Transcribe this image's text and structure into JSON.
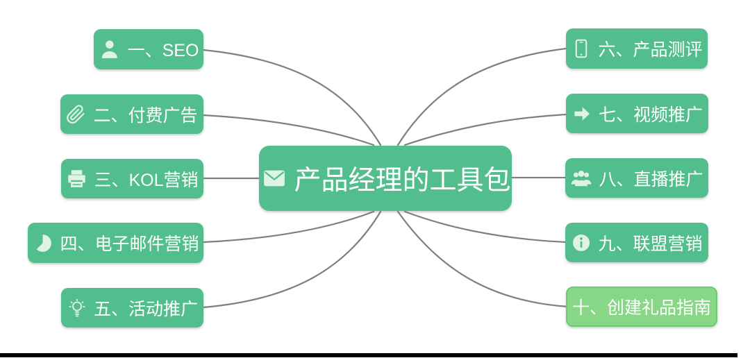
{
  "center": {
    "label": "产品经理的工具包",
    "icon": "envelope-icon"
  },
  "left_nodes": [
    {
      "label": "一、SEO",
      "icon": "user-icon"
    },
    {
      "label": "二、付费广告",
      "icon": "paperclip-icon"
    },
    {
      "label": "三、KOL营销",
      "icon": "printer-icon"
    },
    {
      "label": "四、电子邮件营销",
      "icon": "pie-chart-icon"
    },
    {
      "label": "五、活动推广",
      "icon": "lightbulb-icon"
    }
  ],
  "right_nodes": [
    {
      "label": "六、产品测评",
      "icon": "tablet-icon"
    },
    {
      "label": "七、视频推广",
      "icon": "arrow-right-icon"
    },
    {
      "label": "八、直播推广",
      "icon": "users-icon"
    },
    {
      "label": "九、联盟营销",
      "icon": "info-icon"
    },
    {
      "label": "十、创建礼品指南",
      "icon": "none"
    }
  ],
  "colors": {
    "node_green": "#52BE8D",
    "highlight_green": "#87D787",
    "highlight_border": "#6FCB70",
    "connector_gray": "#7F7F7F",
    "icon_tint": "#DFF2E6",
    "text_color": "#FFFFFF"
  }
}
